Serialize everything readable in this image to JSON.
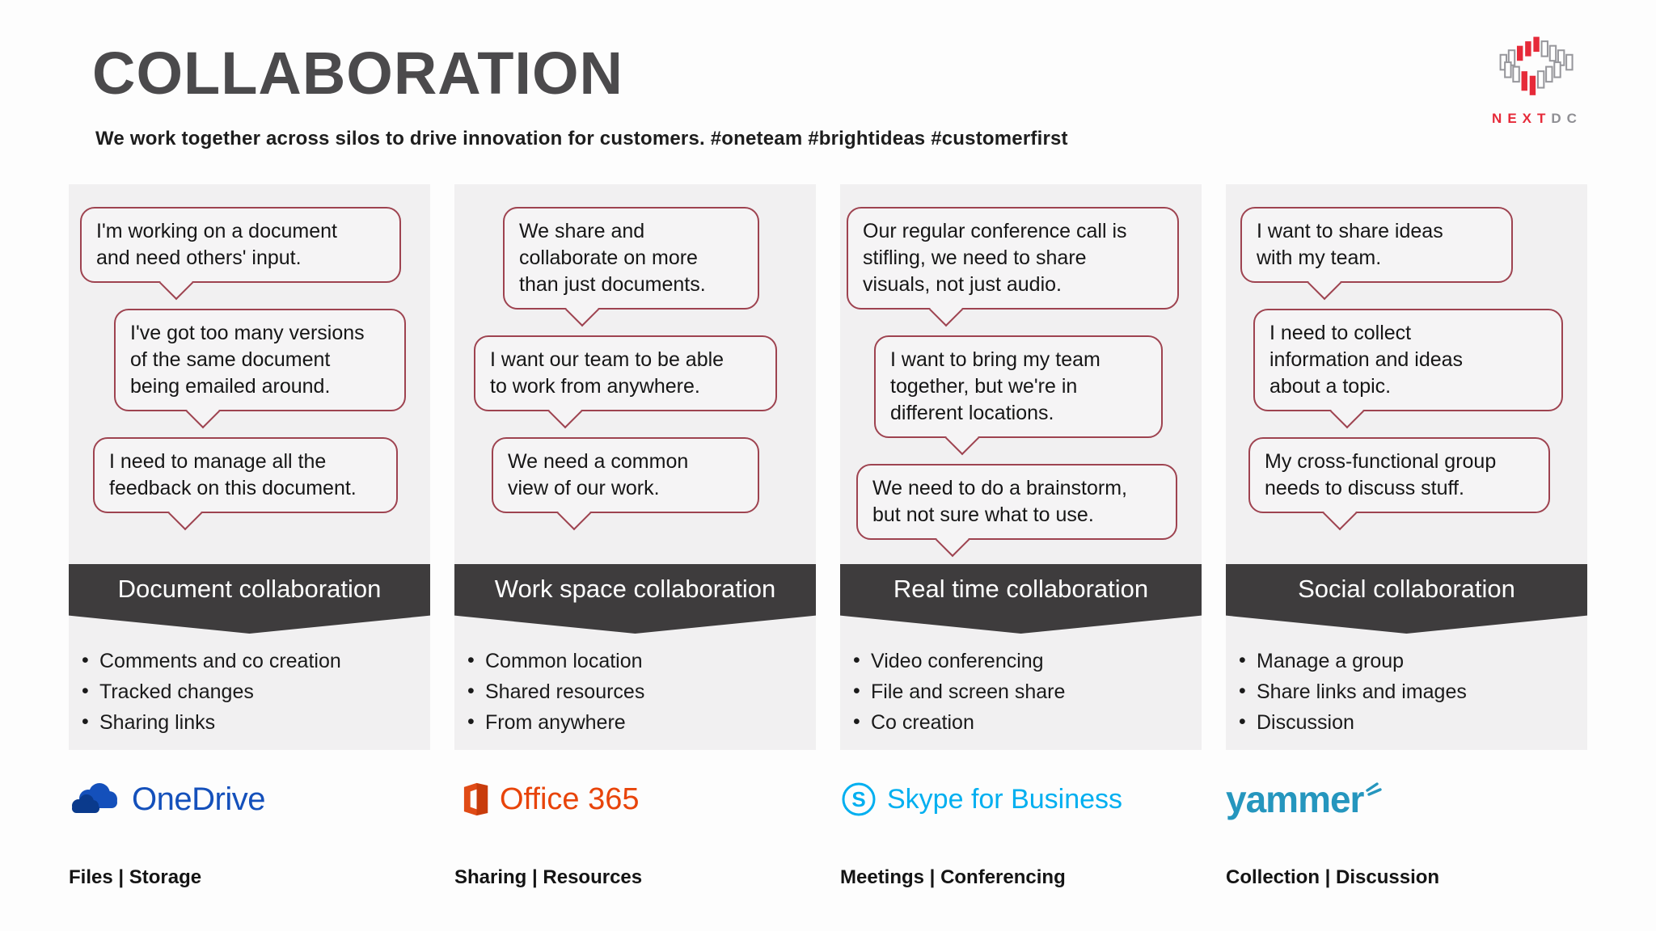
{
  "slide": {
    "title": "COLLABORATION",
    "subtitle": "We work together across silos to drive innovation for customers. #oneteam #brightideas #customerfirst"
  },
  "brand": {
    "name_primary": "NEXT",
    "name_secondary": "DC",
    "red": "#e62a39",
    "gray": "#8f8f94"
  },
  "colors": {
    "banner_bg": "#3e3c3d",
    "panel_bg": "#f1f0f1",
    "bubble_border": "#9e4350",
    "onedrive_blue": "#1450bb",
    "office_orange": "#e8440a",
    "skype_blue": "#00aff0",
    "yammer_blue": "#2596be"
  },
  "columns": [
    {
      "bubbles": [
        "I'm working on a document\nand need others' input.",
        "I've got too many versions\nof the same document\nbeing emailed around.",
        "I need to manage all the\nfeedback on this document."
      ],
      "banner": "Document collaboration",
      "bullets": [
        "Comments and co creation",
        "Tracked changes",
        "Sharing links"
      ],
      "product": "OneDrive",
      "tagline": "Files | Storage"
    },
    {
      "bubbles": [
        "We share and\ncollaborate on more\nthan just documents.",
        "I want our team to be able\nto work from anywhere.",
        "We need a common\nview of our work."
      ],
      "banner": "Work space collaboration",
      "bullets": [
        "Common location",
        "Shared resources",
        "From anywhere"
      ],
      "product": "Office 365",
      "tagline": "Sharing | Resources"
    },
    {
      "bubbles": [
        "Our regular conference call is\nstifling, we need to share\nvisuals, not just audio.",
        "I want to bring my team\ntogether, but we're in\ndifferent locations.",
        "We need to do a brainstorm,\nbut not sure what to use."
      ],
      "banner": "Real time collaboration",
      "bullets": [
        "Video conferencing",
        "File and screen share",
        "Co creation"
      ],
      "product": "Skype for Business",
      "tagline": "Meetings | Conferencing"
    },
    {
      "bubbles": [
        "I want to share ideas\nwith my team.",
        "I need to collect\ninformation and ideas\nabout a topic.",
        "My cross-functional group\nneeds to discuss stuff."
      ],
      "banner": "Social collaboration",
      "bullets": [
        "Manage a group",
        "Share links and images",
        "Discussion"
      ],
      "product": "yammer",
      "tagline": "Collection | Discussion"
    }
  ]
}
